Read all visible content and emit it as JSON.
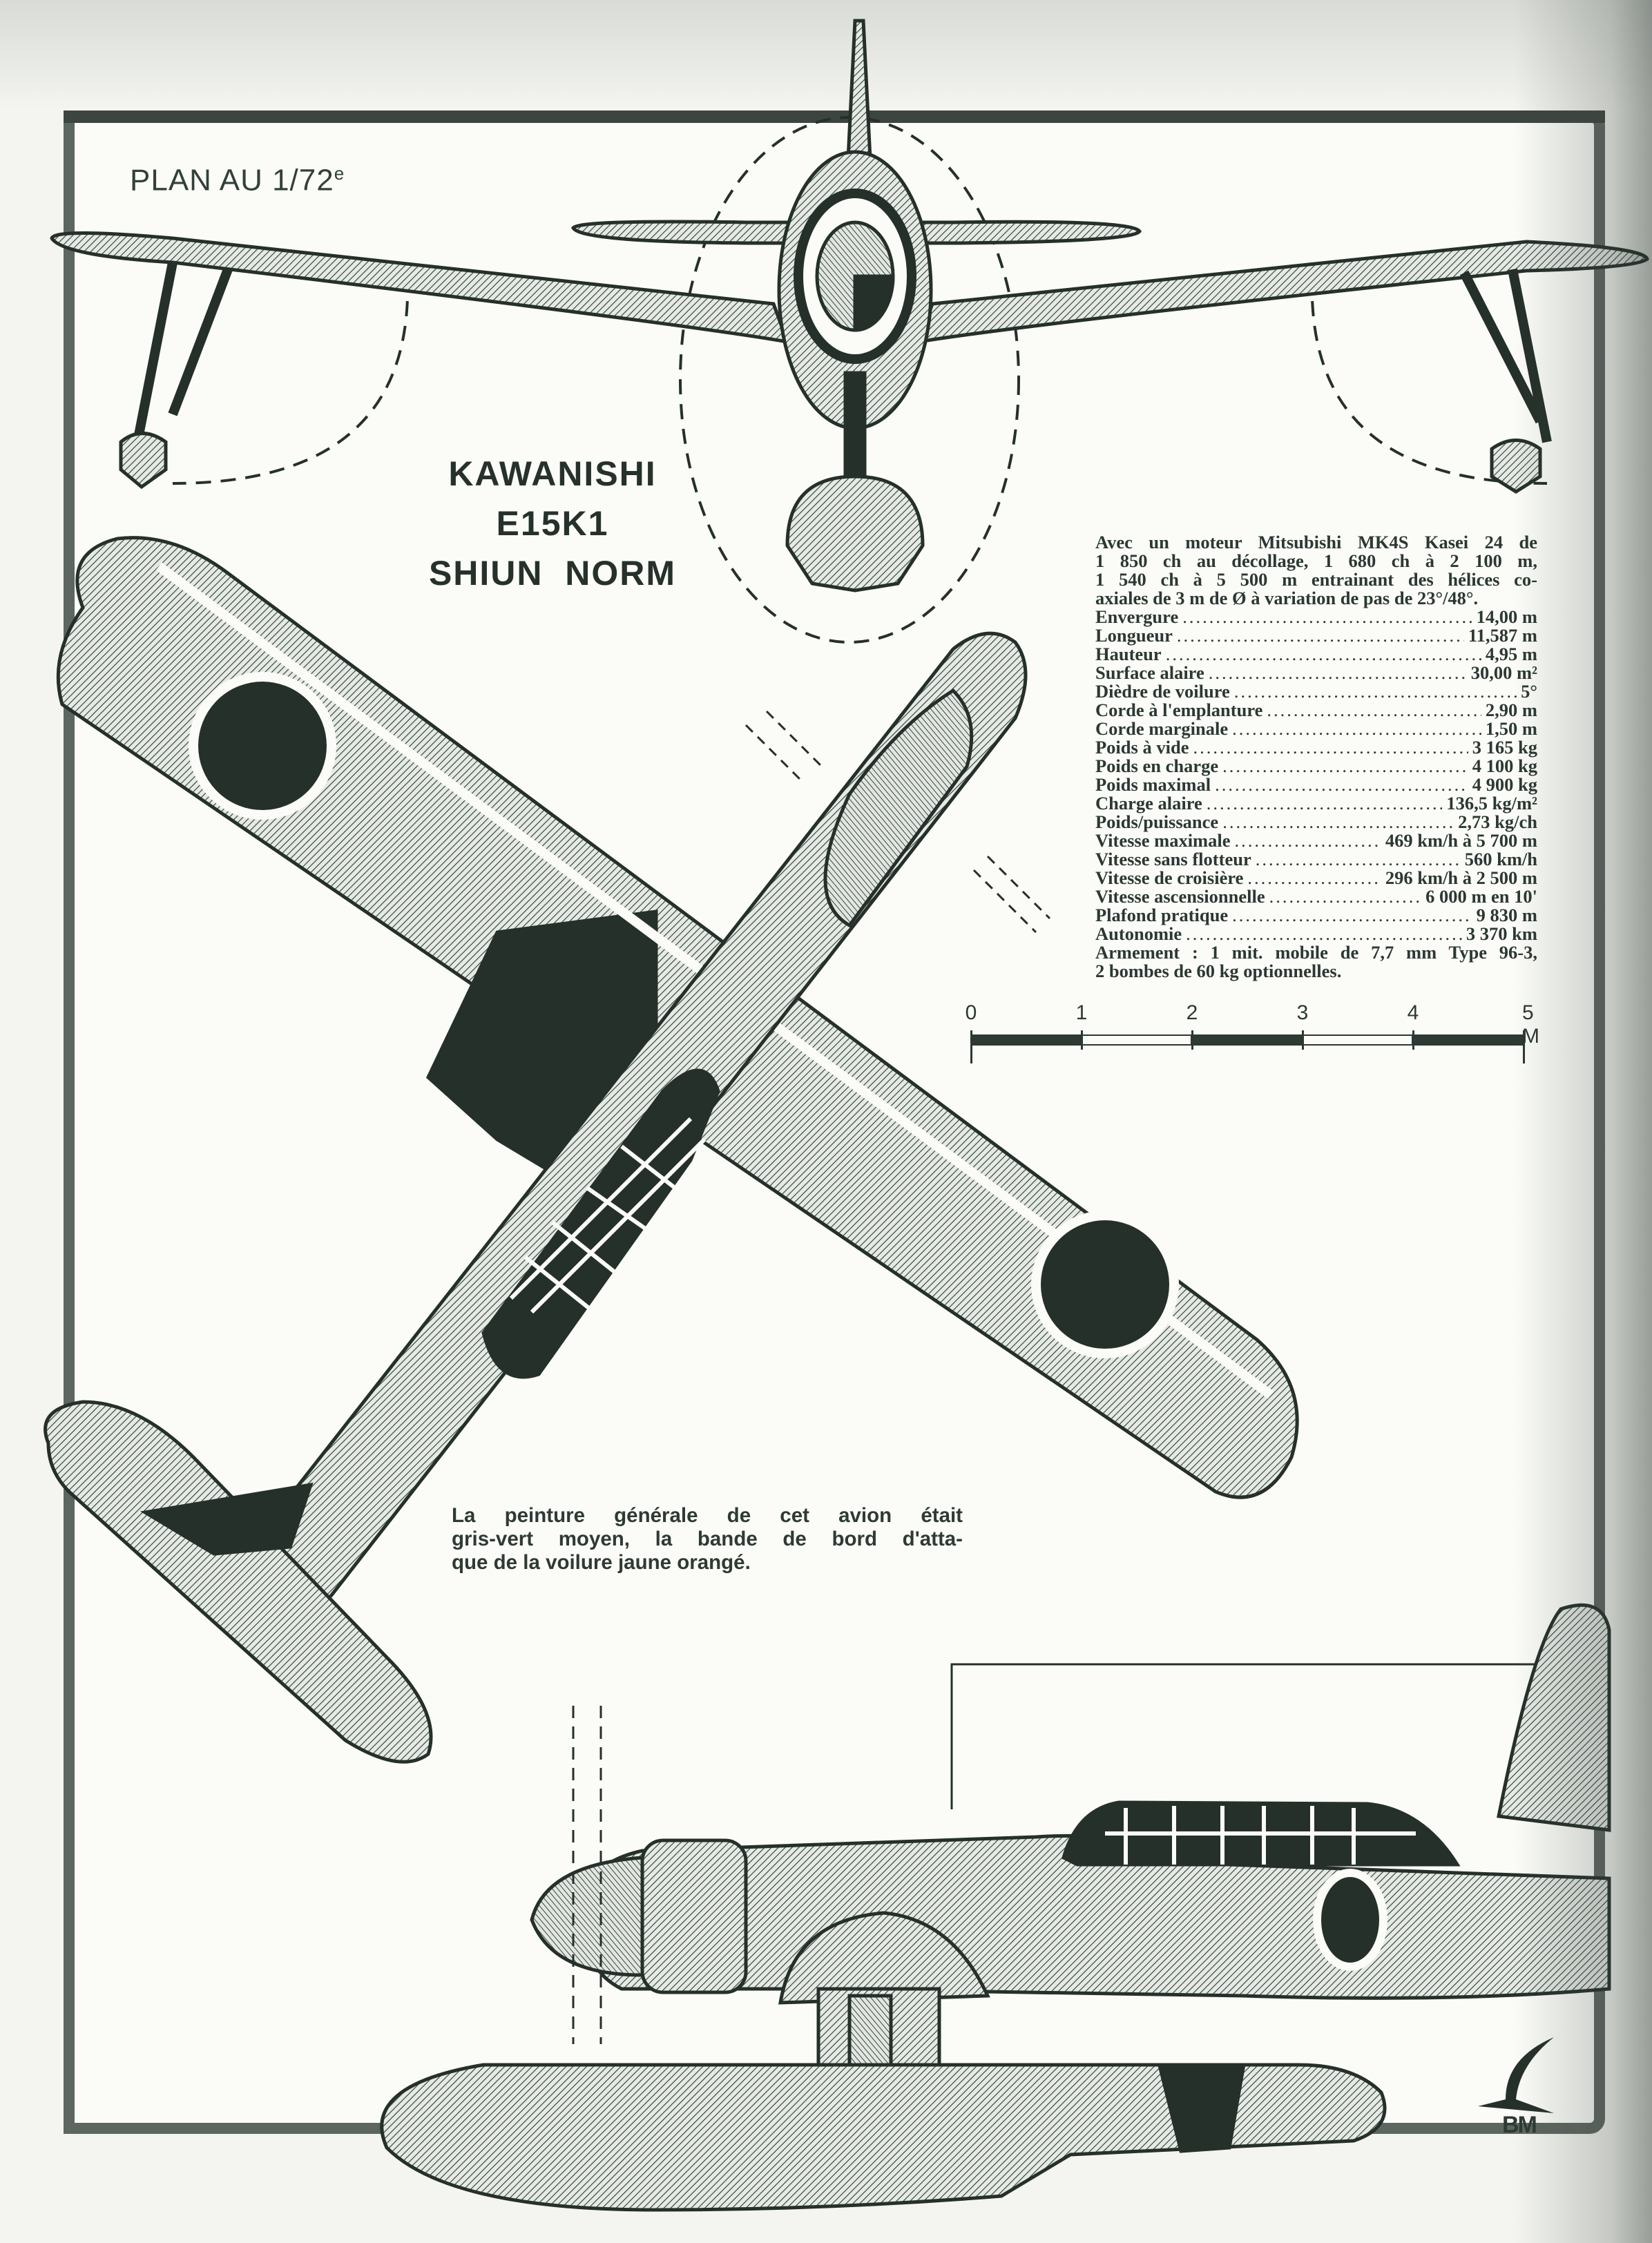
{
  "header": {
    "plan_label": "PLAN AU 1/72",
    "plan_label_sup": "e"
  },
  "title": {
    "line1": "KAWANISHI",
    "line2": "E15K1",
    "line3": "SHIUN  NORM"
  },
  "specs": {
    "intro": [
      "Avec un moteur Mitsubishi MK4S Kasei 24 de",
      "1 850 ch au décollage, 1 680 ch à 2 100 m,",
      "1 540 ch à 5 500 m entrainant des hélices co-",
      "axiales de 3 m de Ø à variation de pas de 23°/48°."
    ],
    "rows": [
      {
        "label": "Envergure",
        "value": "14,00 m"
      },
      {
        "label": "Longueur",
        "value": "11,587 m"
      },
      {
        "label": "Hauteur",
        "value": "4,95 m"
      },
      {
        "label": "Surface alaire",
        "value": "30,00 m²"
      },
      {
        "label": "Dièdre de voilure",
        "value": "5°"
      },
      {
        "label": "Corde à l'emplanture",
        "value": "2,90 m"
      },
      {
        "label": "Corde marginale",
        "value": "1,50 m"
      },
      {
        "label": "Poids à vide",
        "value": "3 165 kg"
      },
      {
        "label": "Poids en charge",
        "value": "4 100 kg"
      },
      {
        "label": "Poids maximal",
        "value": "4 900 kg"
      },
      {
        "label": "Charge alaire",
        "value": "136,5 kg/m²"
      },
      {
        "label": "Poids/puissance",
        "value": "2,73 kg/ch"
      },
      {
        "label": "Vitesse maximale",
        "value": "469 km/h à 5 700 m"
      },
      {
        "label": "Vitesse sans flotteur",
        "value": "560 km/h"
      },
      {
        "label": "Vitesse de croisière",
        "value": "296 km/h à 2 500 m"
      },
      {
        "label": "Vitesse ascensionnelle",
        "value": "6 000 m en 10'"
      },
      {
        "label": "Plafond pratique",
        "value": "9 830 m"
      },
      {
        "label": "Autonomie",
        "value": "3 370 km"
      }
    ],
    "armament": [
      "Armement : 1 mit. mobile de 7,7 mm Type 96-3,",
      "2 bombes de 60 kg optionnelles."
    ]
  },
  "scale_bar": {
    "labels": [
      "0",
      "1",
      "2",
      "3",
      "4",
      "5 M"
    ],
    "segments": [
      "dark",
      "light",
      "dark",
      "light",
      "dark"
    ]
  },
  "paint_note": {
    "lines": [
      "La peinture générale de cet avion était",
      "gris-vert moyen, la bande de bord d'atta-",
      "que de la voilure jaune orangé."
    ]
  },
  "views": {
    "front": "front-view",
    "plan": "plan-view",
    "side": "side-view"
  },
  "logo": {
    "text": "BM"
  },
  "colors": {
    "ink": "#2c3833",
    "paper": "#fbfcf8",
    "frame": "#5d6661",
    "hatch_fill": "#b9c0bb",
    "roundel_dark": "#26302b"
  }
}
